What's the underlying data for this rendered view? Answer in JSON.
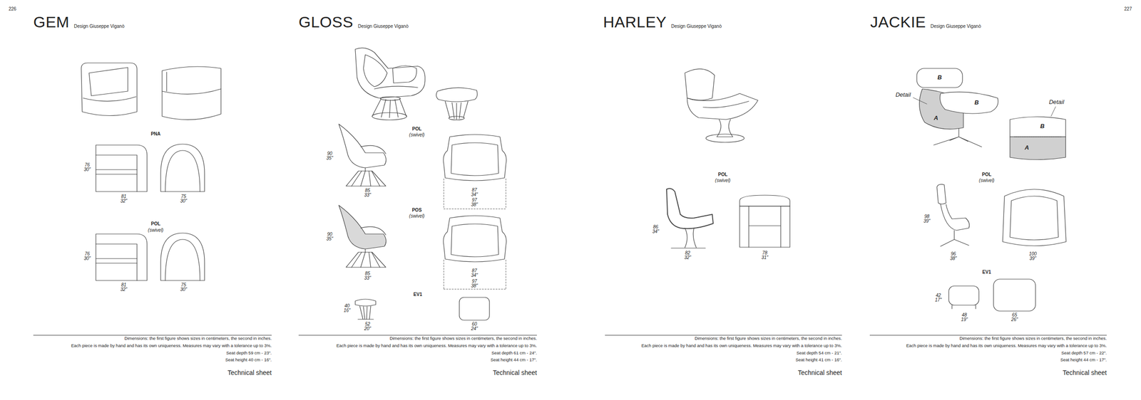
{
  "diagram": {
    "labels": [
      "226",
      "GEM",
      "Design Giuseppe Viganò",
      "PNA",
      "76 30\"",
      "81 32\"",
      "75 30\"",
      "POL",
      "(swivel)",
      "76 30\"",
      "81 32\"",
      "75 30\"",
      "Dimensions: the first figure shows sizes in centimeters, the second in inches.",
      "Each piece is made by hand and has its own uniqueness. Measures may vary with a tolerance up to 3%.",
      "Seat depth 59 cm - 23\".",
      "Seat height 40 cm - 16\".",
      "Technical sheet",
      "GLOSS",
      "Design Giuseppe Viganò",
      "POL",
      "(swivel)",
      "90 35\"",
      "85 33\"",
      "87 34\"",
      "97 38\"",
      "POS",
      "(swivel)",
      "90 35\"",
      "85 33\"",
      "87 34\"",
      "97 38\"",
      "EV1",
      "40 16\"",
      "52 20\"",
      "60 24\"",
      "Dimensions: the first figure shows sizes in centimeters, the second in inches.",
      "Each piece is made by hand and has its own uniqueness. Measures may vary with a tolerance up to 3%.",
      "Seat depth 61 cm - 24\".",
      "Seat height 44 cm - 17\".",
      "Technical sheet",
      "HARLEY",
      "Design Giuseppe Viganò",
      "POL",
      "(swivel)",
      "86 34\"",
      "82 32\"",
      "78 31\"",
      "Dimensions: the first figure shows sizes in centimeters, the second in inches.",
      "Each piece is made by hand and has its own uniqueness. Measures may vary with a tolerance up to 3%.",
      "Seat depth 54 cm - 21\".",
      "Seat height 41 cm - 16\".",
      "Technical sheet",
      "227",
      "JACKIE",
      "Design Giuseppe Viganò",
      "B",
      "B",
      "A",
      "Detail",
      "Detail",
      "B",
      "A",
      "POL",
      "(swivel)",
      "98 39\"",
      "96 38\"",
      "100 39\"",
      "EV1",
      "42 17\"",
      "48 19\"",
      "65 26\"",
      "Dimensions: the first figure shows sizes in centimeters, the second in inches.",
      "Each piece is made by hand and has its own uniqueness. Measures may vary with a tolerance up to 3%.",
      "Seat depth 57 cm - 22\".",
      "Seat height 44 cm - 17\".",
      "Technical sheet"
    ]
  }
}
